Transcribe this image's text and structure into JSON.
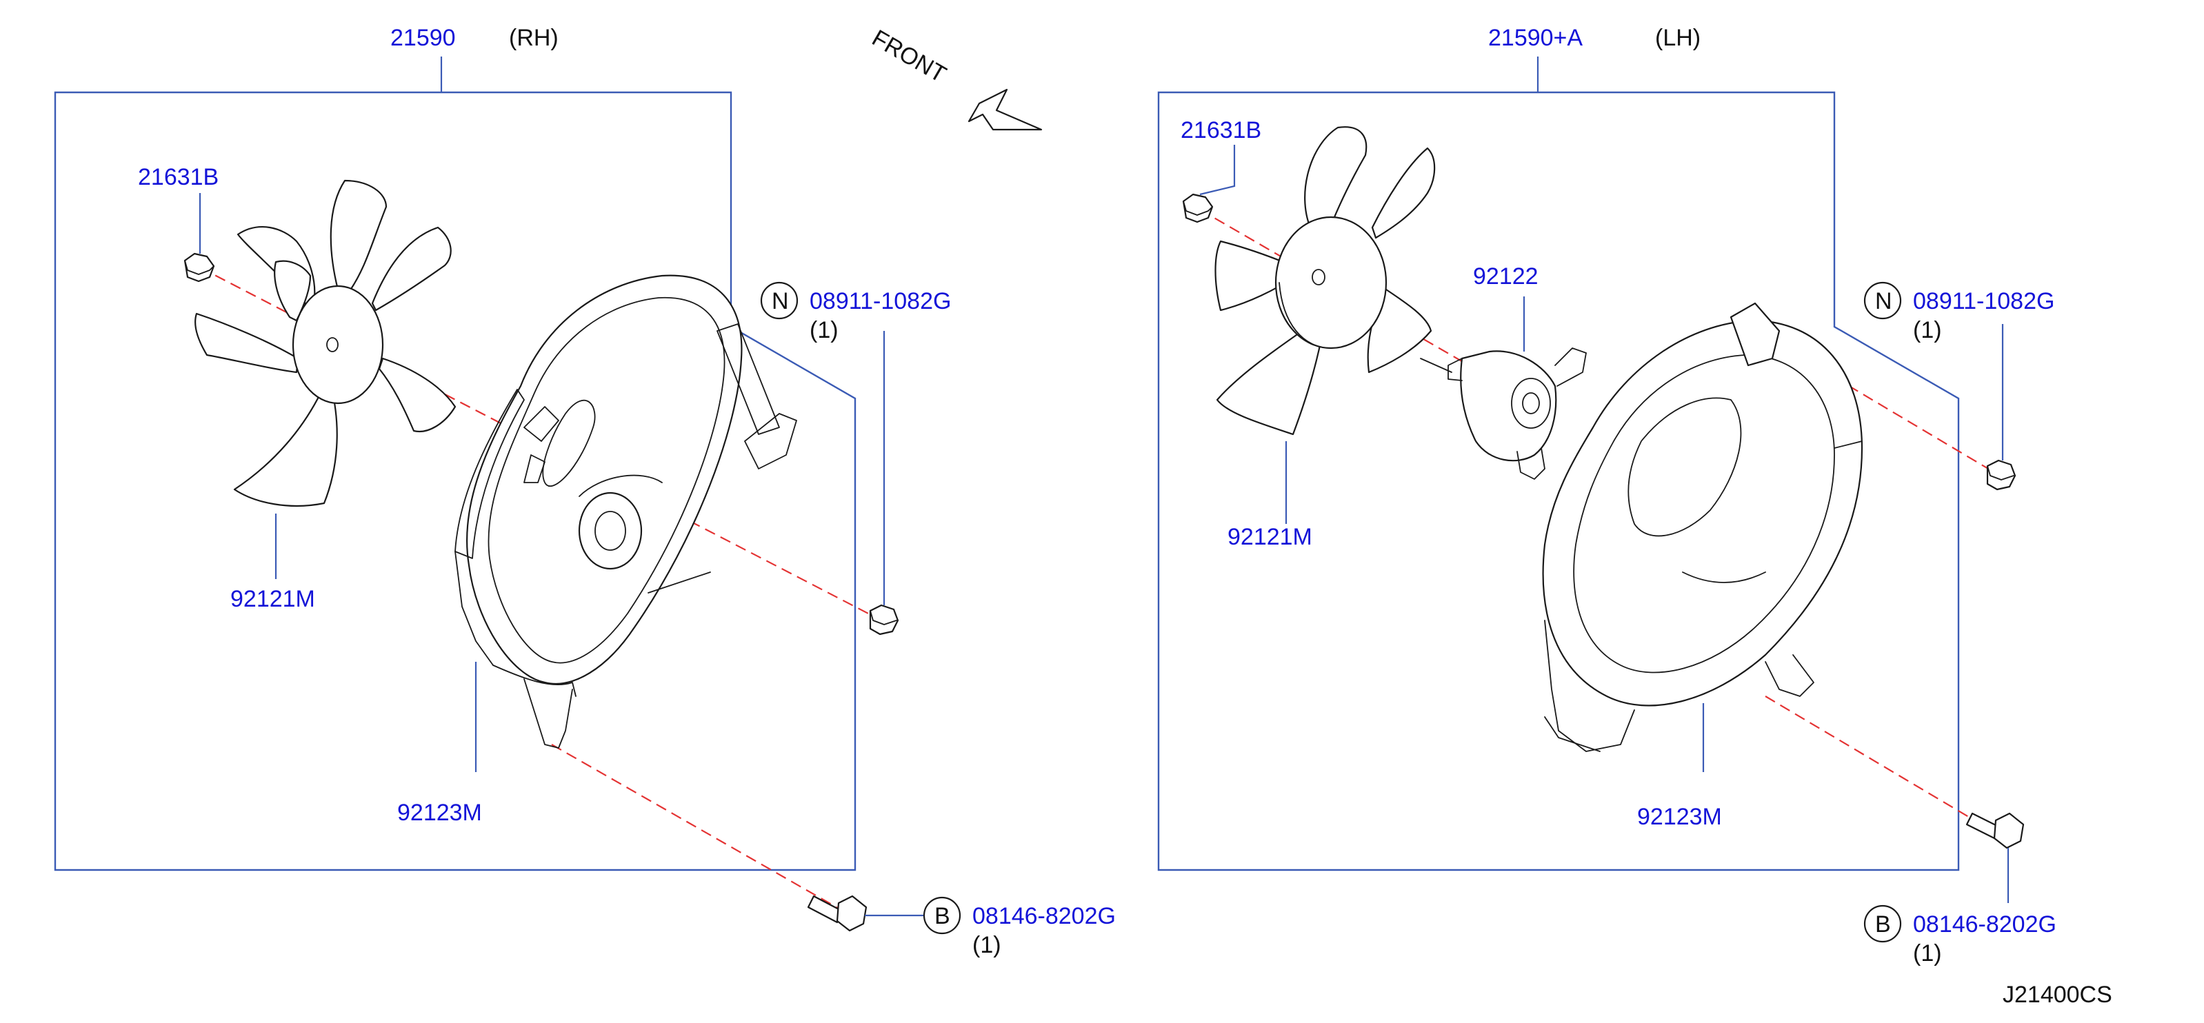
{
  "diagram_code": "J21400CS",
  "front_label": "FRONT",
  "rh": {
    "assembly_part": "21590",
    "side": "(RH)",
    "nut_part": "21631B",
    "fan_part": "92121M",
    "shroud_part": "92123M",
    "n_symbol": "N",
    "n_part": "08911-1082G",
    "n_qty": "(1)",
    "b_symbol": "B",
    "b_part": "08146-8202G",
    "b_qty": "(1)"
  },
  "lh": {
    "assembly_part": "21590+A",
    "side": "(LH)",
    "nut_part": "21631B",
    "motor_part": "92122",
    "fan_part": "92121M",
    "shroud_part": "92123M",
    "n_symbol": "N",
    "n_part": "08911-1082G",
    "n_qty": "(1)",
    "b_symbol": "B",
    "b_part": "08146-8202G",
    "b_qty": "(1)"
  },
  "colors": {
    "part_number": "#1414d8",
    "leader_line": "#3b5bb5",
    "centerline": "#e43333",
    "outline": "#1a1a1a"
  }
}
